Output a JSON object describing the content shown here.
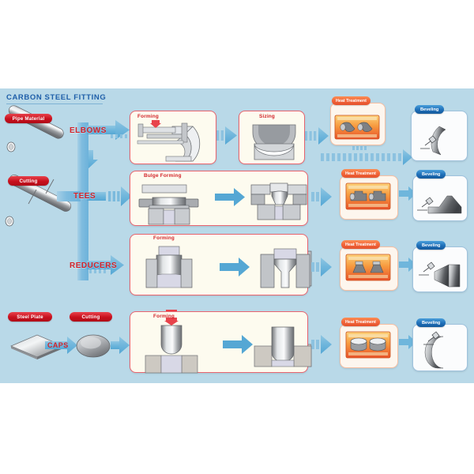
{
  "diagram": {
    "title": "CARBON STEEL FITTING",
    "background_color": "#b9d9e8",
    "accent_red": "#d2232a",
    "accent_blue": "#1f6fb8",
    "accent_orange": "#f2663a"
  },
  "inputs": {
    "pipe_material_label": "Pipe Material",
    "cutting_label": "Cutting",
    "steel_plate_label": "Steel Plate",
    "plate_cutting_label": "Cutting"
  },
  "categories": [
    {
      "id": "elbows",
      "label": "ELBOWS"
    },
    {
      "id": "tees",
      "label": "TEES"
    },
    {
      "id": "reducers",
      "label": "REDUCERS"
    },
    {
      "id": "caps",
      "label": "CAPS"
    }
  ],
  "rows": [
    {
      "id": "elbows",
      "category": "ELBOWS",
      "steps": [
        {
          "id": "forming",
          "label": "Forming"
        },
        {
          "id": "sizing",
          "label": "Sizing"
        }
      ],
      "heat_treatment": {
        "label": "Heat Treatment"
      },
      "beveling": {
        "label": "Beveling"
      }
    },
    {
      "id": "tees",
      "category": "TEES",
      "steps": [
        {
          "id": "bulge-forming",
          "label": "Bulge Forming"
        }
      ],
      "heat_treatment": {
        "label": "Heat Treatment"
      },
      "beveling": {
        "label": "Beveling"
      }
    },
    {
      "id": "reducers",
      "category": "REDUCERS",
      "steps": [
        {
          "id": "forming",
          "label": "Forming"
        }
      ],
      "heat_treatment": {
        "label": "Heat Treatment"
      },
      "beveling": {
        "label": "Beveling"
      }
    },
    {
      "id": "caps",
      "category": "CAPS",
      "steps": [
        {
          "id": "forming",
          "label": "Forming"
        }
      ],
      "heat_treatment": {
        "label": "Heat Treatment"
      },
      "beveling": {
        "label": "Beveling"
      }
    }
  ]
}
